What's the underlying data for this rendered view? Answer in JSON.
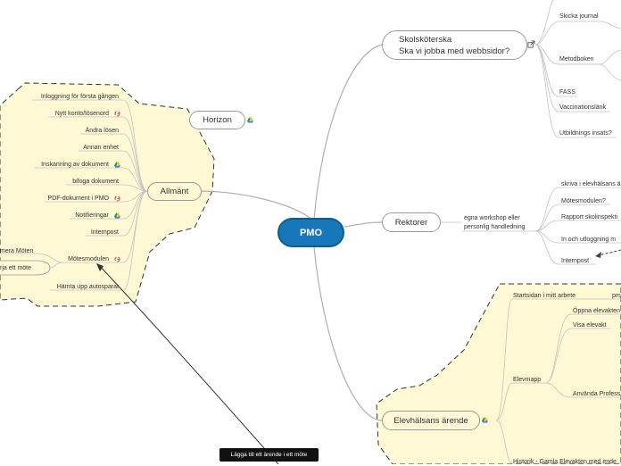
{
  "central": {
    "label": "PMO"
  },
  "branches": {
    "skolskoterska": {
      "line1": "Skolsköterska",
      "line2": "Ska vi jobba med webbsidor?"
    },
    "horizon": {
      "label": "Horizon"
    },
    "allmant": {
      "label": "Allmänt"
    },
    "rektorer": {
      "label": "Rektorer"
    },
    "elevhalsa": {
      "label": "Elevhälsans ärende"
    }
  },
  "skolskoterska_children": [
    "Skicka journal",
    "Metodboken",
    "FASS",
    "Vaccinationslänk",
    "Utbildnings insats?"
  ],
  "allmant_children": [
    "Inloggning för första gången",
    "Nytt konto/lösenord",
    "Ändra lösen",
    "Annan enhet",
    "Inskanning av dokument",
    "bifoga dokument",
    "PDF-dokument i PMO",
    "Notifieringar",
    "Internpost",
    "Mötesmodulen",
    "Hämta upp autosparat"
  ],
  "motesmodulen_children": [
    "mera Möten",
    "rja ett möte"
  ],
  "rektorer_intermediate": {
    "line1": "egna workshop eller",
    "line2": "personlig handledning"
  },
  "rektorer_children": [
    "skriva i elevhälsans ä",
    "Mötesmodulen?",
    "Rapport skolinspekti",
    "In och utloggning m",
    "Internpost"
  ],
  "elevhalsa_children": {
    "startsidan": "Startsidan i mitt arbete",
    "pm": "pm",
    "elevmapp": "Elevmapp",
    "elevmapp_children": [
      "Öppna elevakten",
      "Visa elevakt",
      "Använda Profess"
    ],
    "historik": "Historik - Gamla Elevakten med ende"
  },
  "tooltip": {
    "text": "Lägga till ett ärende i ett möte"
  },
  "icons": {
    "google": "google-g-icon",
    "drive": "google-drive-icon",
    "external": "external-link-icon"
  },
  "colors": {
    "central": "#1777b8",
    "boundary_fill": "#fff8d4",
    "line": "#b0b0b0"
  }
}
